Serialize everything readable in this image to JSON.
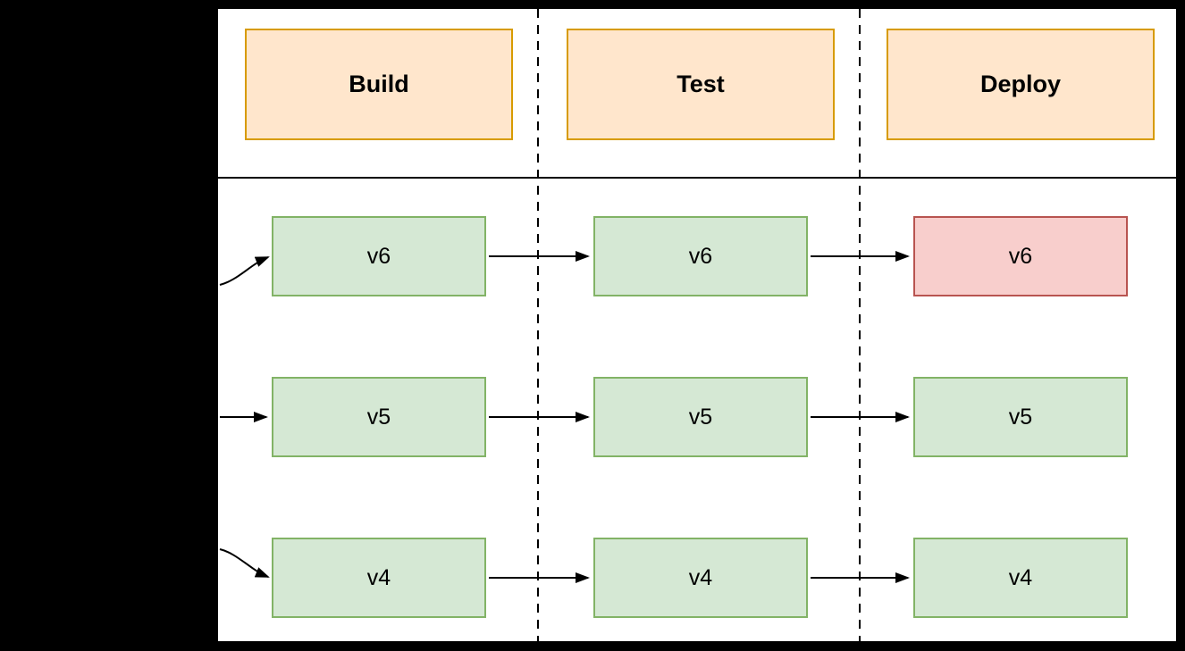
{
  "diagram": {
    "title": "deployment-pipeline",
    "stages": [
      {
        "label": "Build"
      },
      {
        "label": "Test"
      },
      {
        "label": "Deploy"
      }
    ],
    "rows": [
      {
        "version": "v6",
        "cells": [
          {
            "label": "v6",
            "stage": "Build",
            "status": "success"
          },
          {
            "label": "v6",
            "stage": "Test",
            "status": "success"
          },
          {
            "label": "v6",
            "stage": "Deploy",
            "status": "failed"
          }
        ]
      },
      {
        "version": "v5",
        "cells": [
          {
            "label": "v5",
            "stage": "Build",
            "status": "success"
          },
          {
            "label": "v5",
            "stage": "Test",
            "status": "success"
          },
          {
            "label": "v5",
            "stage": "Deploy",
            "status": "success"
          }
        ]
      },
      {
        "version": "v4",
        "cells": [
          {
            "label": "v4",
            "stage": "Build",
            "status": "success"
          },
          {
            "label": "v4",
            "stage": "Test",
            "status": "success"
          },
          {
            "label": "v4",
            "stage": "Deploy",
            "status": "success"
          }
        ]
      }
    ],
    "colors": {
      "background": "#000000",
      "panel": "#ffffff",
      "stage_fill": "#ffe6cc",
      "stage_border": "#d79b00",
      "success_fill": "#d5e8d4",
      "success_border": "#82b366",
      "failed_fill": "#f8cecc",
      "failed_border": "#b85450",
      "line": "#000000"
    }
  }
}
